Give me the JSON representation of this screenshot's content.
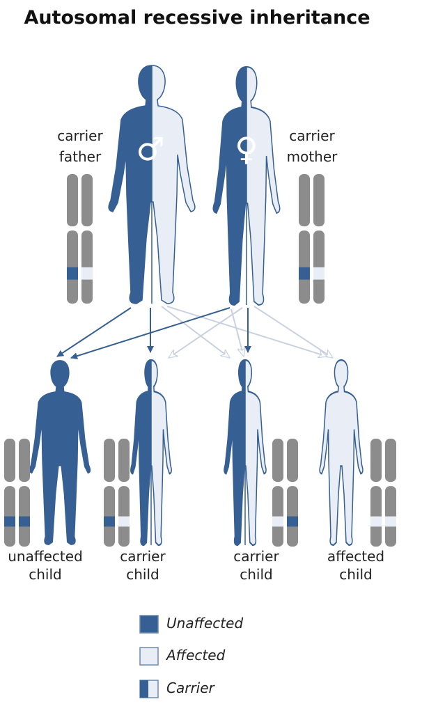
{
  "title": "Autosomal recessive inheritance",
  "colors": {
    "unaffected": "#365f93",
    "affected": "#e9edf5",
    "chromosome": "#8c8c8c",
    "arrow_dark": "#365f93",
    "arrow_light": "#c9d1e0"
  },
  "parents": [
    {
      "id": "father",
      "label_line1": "carrier",
      "label_line2": "father",
      "status": "carrier",
      "sex_symbol": "♂",
      "alleles": [
        "unaffected",
        "affected"
      ]
    },
    {
      "id": "mother",
      "label_line1": "carrier",
      "label_line2": "mother",
      "status": "carrier",
      "sex_symbol": "♀",
      "alleles": [
        "unaffected",
        "affected"
      ]
    }
  ],
  "children": [
    {
      "label_line1": "unaffected",
      "label_line2": "child",
      "status": "unaffected",
      "alleles": [
        "unaffected",
        "unaffected"
      ]
    },
    {
      "label_line1": "carrier",
      "label_line2": "child",
      "status": "carrier",
      "alleles": [
        "unaffected",
        "affected"
      ]
    },
    {
      "label_line1": "carrier",
      "label_line2": "child",
      "status": "carrier",
      "alleles": [
        "affected",
        "unaffected"
      ]
    },
    {
      "label_line1": "affected",
      "label_line2": "child",
      "status": "affected",
      "alleles": [
        "affected",
        "affected"
      ]
    }
  ],
  "legend": [
    {
      "label": "Unaffected",
      "status": "unaffected"
    },
    {
      "label": "Affected",
      "status": "affected"
    },
    {
      "label": "Carrier",
      "status": "carrier"
    }
  ]
}
